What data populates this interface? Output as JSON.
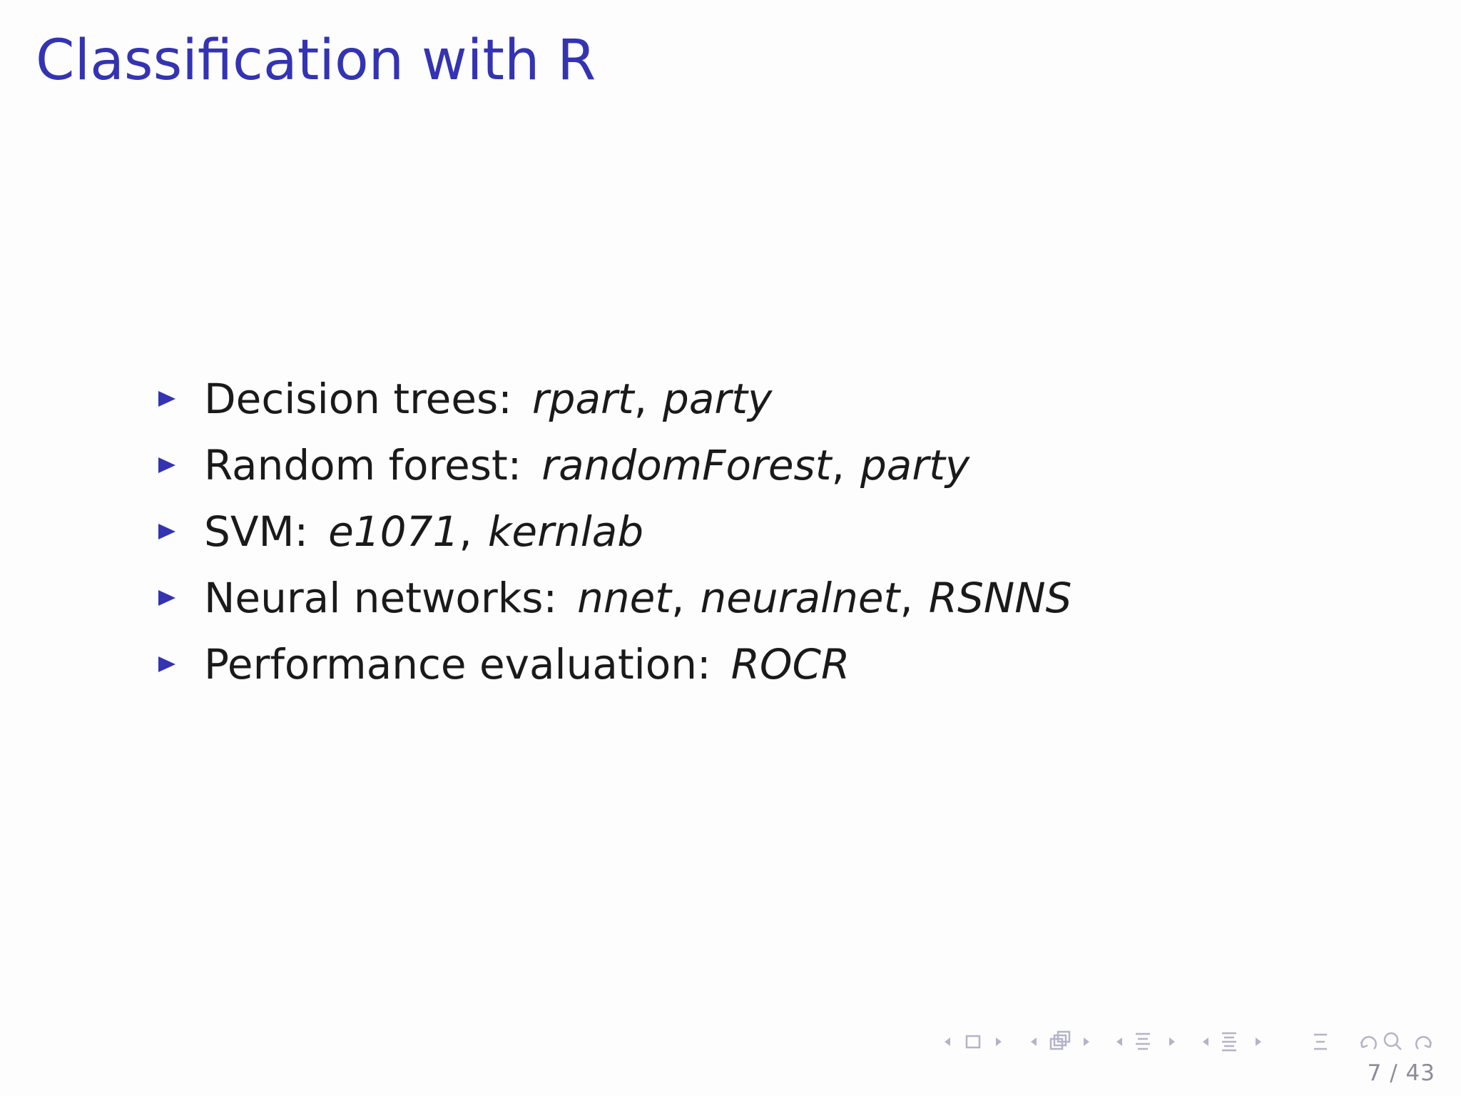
{
  "slide": {
    "title": "Classification with R",
    "items": [
      {
        "label": "Decision trees:",
        "packages": [
          "rpart",
          "party"
        ]
      },
      {
        "label": "Random forest:",
        "packages": [
          "randomForest",
          "party"
        ]
      },
      {
        "label": "SVM:",
        "packages": [
          "e1071",
          "kernlab"
        ]
      },
      {
        "label": "Neural networks:",
        "packages": [
          "nnet",
          "neuralnet",
          "RSNNS"
        ]
      },
      {
        "label": "Performance evaluation:",
        "packages": [
          "ROCR"
        ]
      }
    ],
    "page_number": "7 / 43"
  },
  "colors": {
    "title": "#3333b3",
    "bullet": "#3333b3",
    "text": "#1a1a1a",
    "nav": "#b4b4c8"
  },
  "navigation": {
    "icons": [
      "slide-prev-icon",
      "slide-frame-icon",
      "slide-next-icon",
      "frame-prev-icon",
      "frames-icon",
      "frame-next-icon",
      "subsection-prev-icon",
      "subsection-icon",
      "subsection-next-icon",
      "section-prev-icon",
      "section-icon",
      "section-next-icon",
      "outline-icon",
      "undo-icon",
      "search-icon",
      "redo-icon"
    ]
  }
}
